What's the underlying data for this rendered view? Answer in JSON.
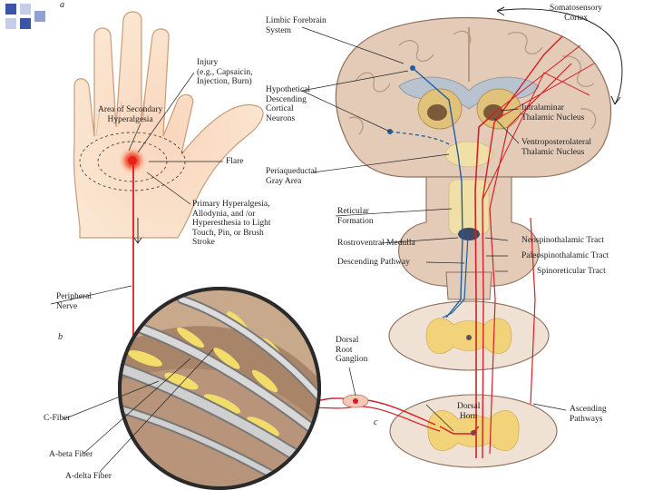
{
  "panel_letters": {
    "a": "a",
    "b": "b",
    "c": "c"
  },
  "labels": {
    "somatosensory_cortex": [
      "Somatosensory",
      "Cortex"
    ],
    "limbic_forebrain": [
      "Limbic Forebrain",
      "System"
    ],
    "injury": [
      "Injury",
      "(e.g., Capsaicin,",
      "Injection, Burn)"
    ],
    "secondary_hyperalgesia": [
      "Area of Secondary",
      "Hyperalgesia"
    ],
    "hypothetical_descending": [
      "Hypothetical",
      "Descending",
      "Cortical",
      "Neurons"
    ],
    "intralaminar": [
      "Intralaminar",
      "Thalamic Nucleus"
    ],
    "ventroposterolateral": [
      "Ventroposterolateral",
      "Thalamic Nucleus"
    ],
    "flare": "Flare",
    "periaqueductal": [
      "Periaqueductal",
      "Gray Area"
    ],
    "primary_hyperalgesia": [
      "Primary Hyperalgesia,",
      "Allodynia, and /or",
      "Hyperesthesia to Light",
      "Touch, Pin, or Brush",
      "Stroke"
    ],
    "reticular_formation": [
      "Reticular",
      "Formation"
    ],
    "rostroventral_medulla": "Rostroventral Medulla",
    "neospinothalamic": "Neospinothalamic Tract",
    "paleospinothalamic": "Paleospinothalamic Tract",
    "descending_pathway": "Descending Pathway",
    "spinoreticular": "Spinoreticular Tract",
    "peripheral_nerve": [
      "Peripheral",
      "Nerve"
    ],
    "dorsal_root_ganglion": [
      "Dorsal",
      "Root",
      "Ganglion"
    ],
    "dorsal_horn": [
      "Dorsal",
      "Horn"
    ],
    "c_fiber": "C-Fiber",
    "ascending_pathways": [
      "Ascending",
      "Pathways"
    ],
    "a_beta_fiber": "A-beta Fiber",
    "a_delta_fiber": "A-delta Fiber"
  },
  "colors": {
    "brain_tissue": "#e3cbb8",
    "brain_outline": "#8c6d5a",
    "gray_matter": "#f0e0a8",
    "thalamus": "#d9b46a",
    "ascending_red": "#d41f26",
    "descending_blue": "#1f5fa0",
    "skin": "#fbe3c9",
    "flare_red": "#e8201c",
    "corner_blue": "#3a55a8"
  }
}
